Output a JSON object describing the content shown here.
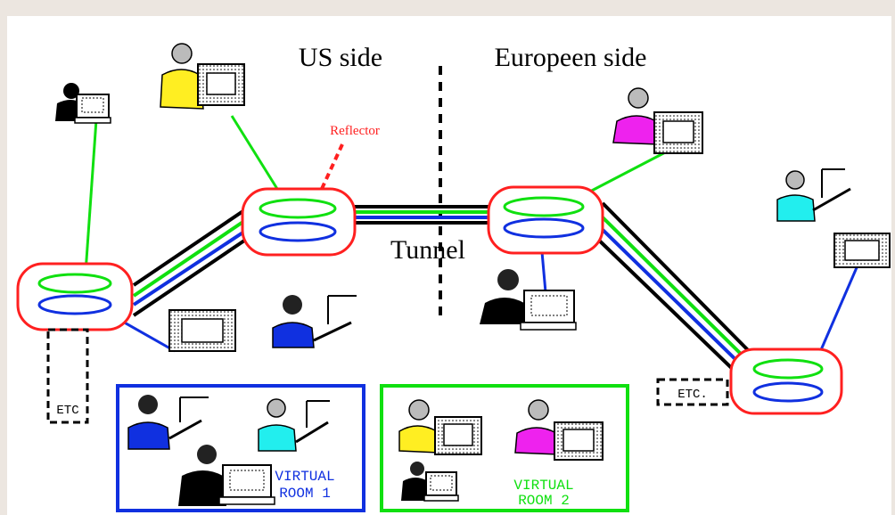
{
  "labels": {
    "us_side": "US side",
    "european_side": "Europeen side",
    "reflector": "Reflector",
    "tunnel": "Tunnel",
    "etc_left": "ETC",
    "etc_right": "ETC."
  },
  "rooms": {
    "room1": {
      "line1": "VIRTUAL",
      "line2": "ROOM 1"
    },
    "room2": {
      "line1": "VIRTUAL",
      "line2": "ROOM 2"
    }
  },
  "colors": {
    "background": "#ece6e0",
    "slide": "#ffffff",
    "router_border": "#ff2020",
    "room1_link": "#1030e0",
    "room2_link": "#10e010",
    "tunnel": "#000000",
    "reflector_label": "#ff2020",
    "room1_text": "#1030e0",
    "room2_text": "#10e010"
  },
  "icons": [
    "person-at-computer-icon",
    "presenter-icon",
    "workstation-icon"
  ]
}
